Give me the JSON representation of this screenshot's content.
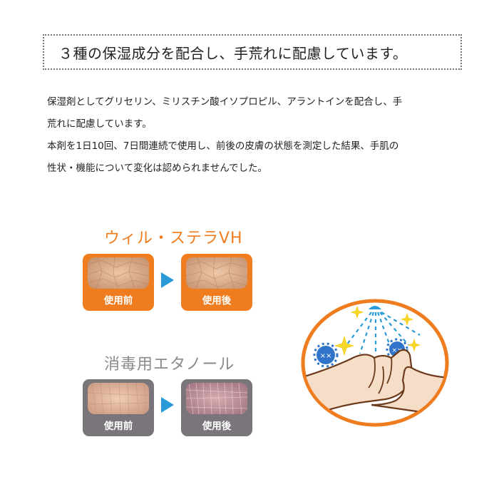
{
  "headline": "３種の保湿成分を配合し、手荒れに配慮しています。",
  "body": {
    "line1": "保湿剤としてグリセリン、ミリスチン酸イソプロピル、アラントインを配合し、手",
    "line2": "荒れに配慮しています。",
    "line3": "本剤を1日10回、7日間連続で使用し、前後の皮膚の状態を測定した結果、手肌の",
    "line4": "性状・機能について変化は認められませんでした。"
  },
  "comparison_a": {
    "title": "ウィル・ステラVH",
    "before_label": "使用前",
    "after_label": "使用後"
  },
  "comparison_b": {
    "title": "消毒用エタノール",
    "before_label": "使用前",
    "after_label": "使用後"
  },
  "colors": {
    "orange": "#ef7d1f",
    "gray": "#7a757b",
    "arrow_blue": "#2a9bd8"
  },
  "icons": [
    "arrow-right-icon",
    "hand-wash-icon",
    "germ-icon",
    "sparkle-icon",
    "spray-icon"
  ]
}
